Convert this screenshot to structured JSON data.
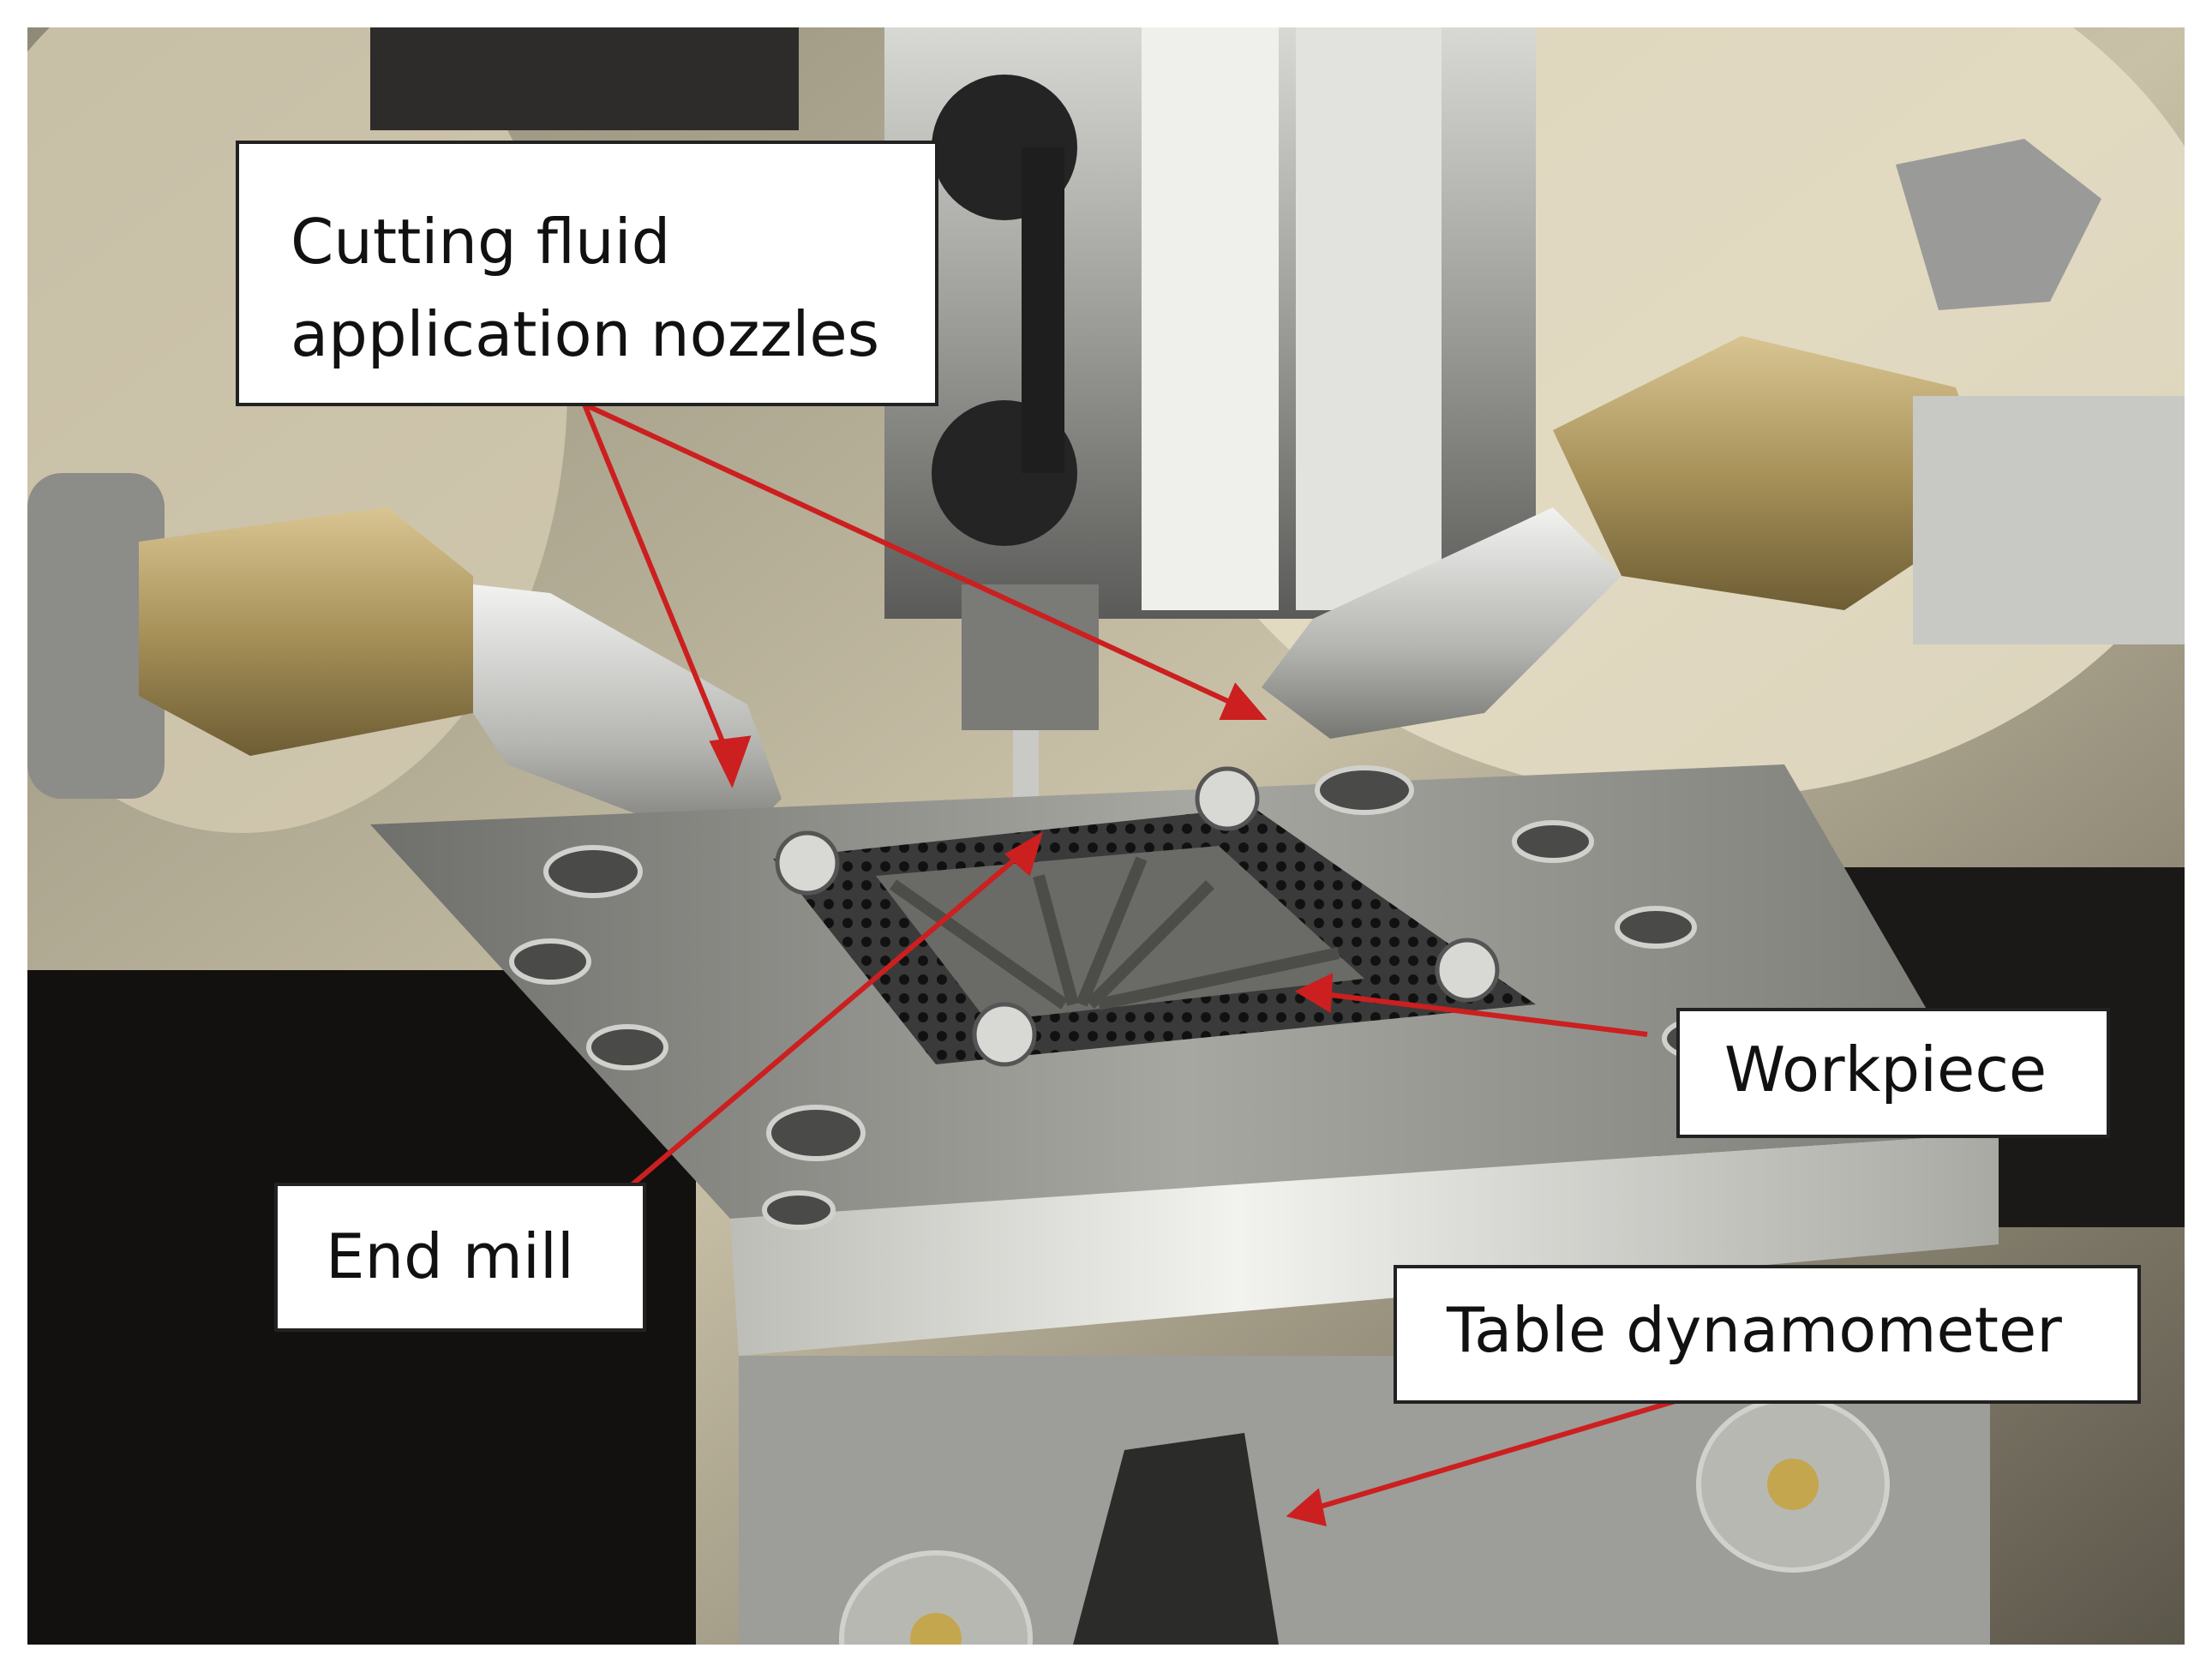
{
  "figure": {
    "description_alt": "",
    "labels": {
      "nozzles_line1": "Cutting fluid",
      "nozzles_line2": "application nozzles",
      "workpiece": "Workpiece",
      "end_mill": "End mill",
      "table_dynamometer": "Table dynamometer"
    },
    "colors": {
      "arrow": "#cc1f1f",
      "label_bg": "#ffffff",
      "label_border": "#222222"
    }
  }
}
